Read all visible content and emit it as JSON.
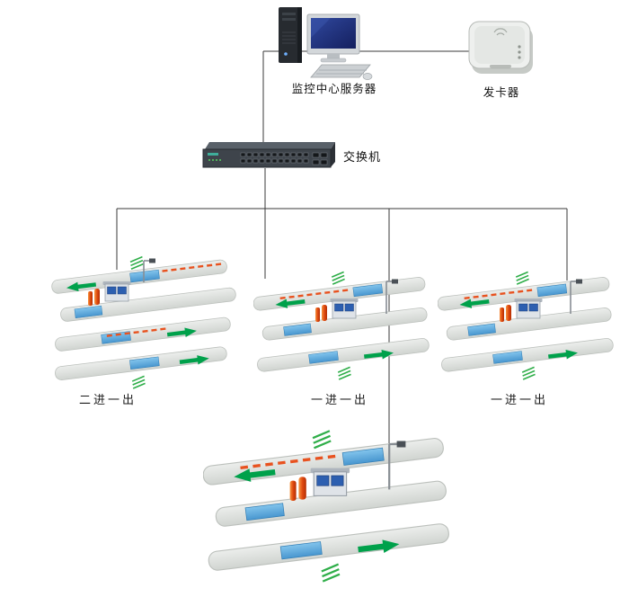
{
  "diagram": {
    "title": "parking-system-topology",
    "nodes": {
      "server": {
        "label": "监控中心服务器"
      },
      "card_issuer": {
        "label": "发卡器"
      },
      "switch": {
        "label": "交换机"
      }
    },
    "stations": [
      {
        "id": "station-1",
        "type": "two-in-one-out",
        "label": "二进一出"
      },
      {
        "id": "station-2",
        "type": "one-in-one-out",
        "label": "一进一出"
      },
      {
        "id": "station-3",
        "type": "one-in-one-out",
        "label": "一进一出"
      },
      {
        "id": "station-4",
        "type": "one-in-one-out",
        "label": ""
      }
    ],
    "colors": {
      "road_gray": "#d9ddd9",
      "sensor_blue": "#58a6dc",
      "arrow_green": "#00a14b",
      "barrier_orange": "#e8521f",
      "bollard_red": "#e04a10",
      "wire_black": "#3a3a3a",
      "screen_blue": "#1a2c74"
    }
  }
}
